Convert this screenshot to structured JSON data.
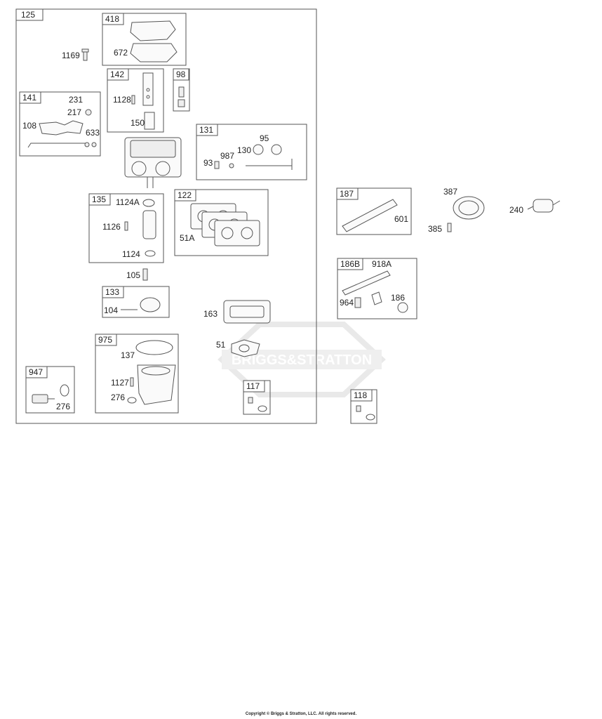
{
  "groups": {
    "g125": "125",
    "g418": "418",
    "g142": "142",
    "g98": "98",
    "g141": "141",
    "g131": "131",
    "g135": "135",
    "g122": "122",
    "g133": "133",
    "g975": "975",
    "g947": "947",
    "g117": "117",
    "g187": "187",
    "g186b": "186B",
    "g118": "118"
  },
  "parts": {
    "p672": "672",
    "p1169": "1169",
    "p1128": "1128",
    "p150": "150",
    "p231": "231",
    "p217": "217",
    "p108": "108",
    "p633": "633",
    "p95": "95",
    "p987": "987",
    "p130": "130",
    "p93": "93",
    "p1124a": "1124A",
    "p1126": "1126",
    "p1124": "1124",
    "p105": "105",
    "p51a": "51A",
    "p104": "104",
    "p163": "163",
    "p51": "51",
    "p137": "137",
    "p1127": "1127",
    "p276a": "276",
    "p276b": "276",
    "p601": "601",
    "p387": "387",
    "p385": "385",
    "p240": "240",
    "p918a": "918A",
    "p964": "964",
    "p186": "186"
  },
  "watermark": "BRIGGS&STRATTON",
  "footer": "Copyright © Briggs & Stratton, LLC. All rights reserved."
}
